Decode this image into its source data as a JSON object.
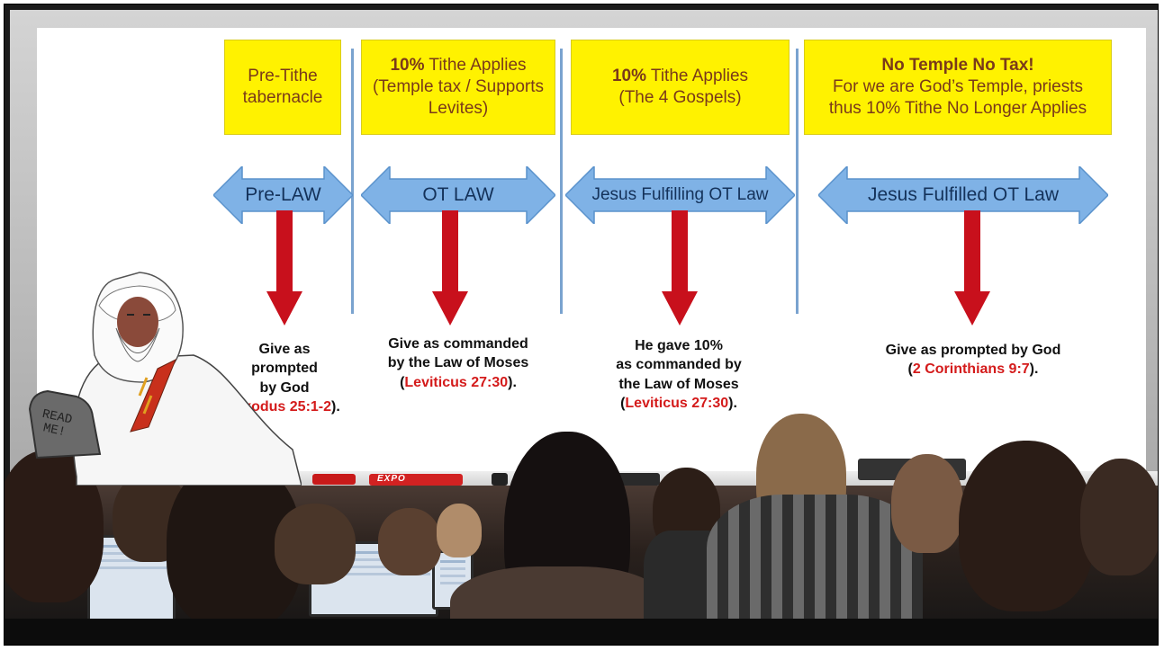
{
  "columns": [
    {
      "header_lines": [
        {
          "bold": "",
          "text": "Pre-Tithe"
        },
        {
          "bold": "",
          "text": "tabernacle"
        }
      ],
      "arrow_label": "Pre-LAW",
      "caption_lines": [
        "Give as",
        "prompted",
        "by God"
      ],
      "reference": "Exodus 25:1-2"
    },
    {
      "header_lines": [
        {
          "bold": "10%",
          "text": " Tithe Applies"
        },
        {
          "bold": "",
          "text": "(Temple tax / Supports"
        },
        {
          "bold": "",
          "text": "Levites)"
        }
      ],
      "arrow_label": "OT LAW",
      "caption_lines": [
        "Give as commanded",
        "by the Law of Moses"
      ],
      "reference": "Leviticus 27:30"
    },
    {
      "header_lines": [
        {
          "bold": "10%",
          "text": " Tithe Applies"
        },
        {
          "bold": "",
          "text": "(The 4 Gospels)"
        }
      ],
      "arrow_label": "Jesus Fulfilling OT Law",
      "caption_lines": [
        "He gave 10%",
        "as commanded by",
        "the Law of Moses"
      ],
      "reference": "Leviticus 27:30"
    },
    {
      "header_lines": [
        {
          "bold": "No Temple No Tax!",
          "text": ""
        },
        {
          "bold": "",
          "text": "For we are God’s Temple, priests"
        },
        {
          "bold": "",
          "text": "thus 10% Tithe No Longer Applies"
        }
      ],
      "arrow_label": "Jesus Fulfilled OT Law",
      "caption_lines": [
        "Give as prompted by God"
      ],
      "reference": "2 Corinthians 9:7"
    }
  ],
  "tablet_text": "READ\nME!",
  "marker_brand": "EXPO",
  "colors": {
    "header_fill": "#fff200",
    "header_text": "#7a3a1a",
    "arrow_fill": "#7fb2e6",
    "down_arrow": "#c8101c",
    "reference_text": "#d41b1b"
  }
}
